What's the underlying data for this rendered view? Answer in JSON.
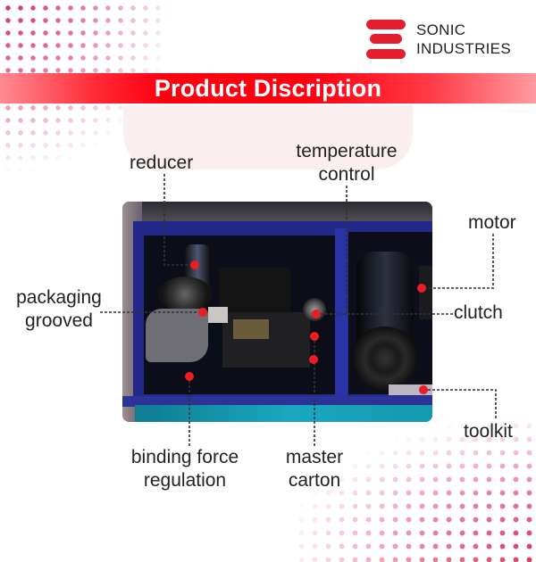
{
  "brand": {
    "name_line1": "SONIC",
    "name_line2": "INDUSTRIES",
    "accent_color": "#e31f2d"
  },
  "banner": {
    "title": "Product Discription",
    "color": "#ff0011"
  },
  "annotations": [
    {
      "id": "reducer",
      "lines": [
        "reducer"
      ]
    },
    {
      "id": "temperature-control",
      "lines": [
        "temperature",
        "control"
      ]
    },
    {
      "id": "motor",
      "lines": [
        "motor"
      ]
    },
    {
      "id": "packaging-grooved",
      "lines": [
        "packaging",
        "grooved"
      ]
    },
    {
      "id": "clutch",
      "lines": [
        "clutch"
      ]
    },
    {
      "id": "toolkit",
      "lines": [
        "toolkit"
      ]
    },
    {
      "id": "binding-force-regulation",
      "lines": [
        "binding force",
        "regulation"
      ]
    },
    {
      "id": "master-carton",
      "lines": [
        "master",
        "carton"
      ]
    }
  ],
  "marker_color": "#ec1c24",
  "photo": {
    "subject": "strapping machine interior"
  }
}
